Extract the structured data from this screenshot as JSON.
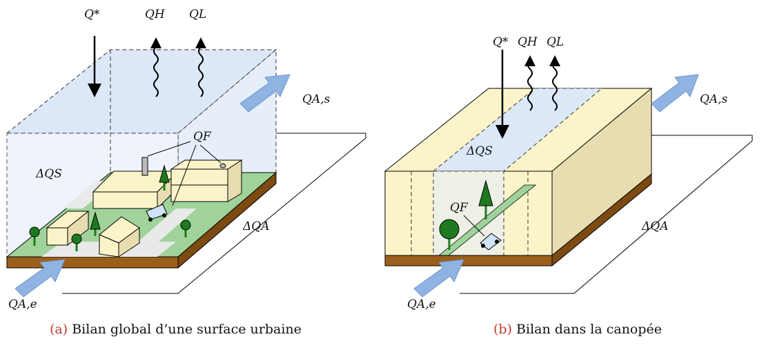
{
  "a": {
    "q_star": "Q*",
    "q_h": "QH",
    "q_l": "QL",
    "q_f": "QF",
    "dq_s": "ΔQS",
    "dq_a": "ΔQA",
    "q_as": "QA,s",
    "q_ae": "QA,e",
    "caption_letter": "(a)",
    "caption_text": "Bilan global d’une surface urbaine"
  },
  "b": {
    "q_star": "Q*",
    "q_h": "QH",
    "q_l": "QL",
    "q_f": "QF",
    "dq_s": "ΔQS",
    "dq_a": "ΔQA",
    "q_as": "QA,s",
    "q_ae": "QA,e",
    "caption_letter": "(b)",
    "caption_text": "Bilan dans la canopée"
  },
  "colors": {
    "air": "#dce8f8",
    "air_arrow": "#8fb4e3",
    "ground_green": "#9fd39a",
    "soil": "#9b5f1c",
    "building": "#fbf4c9",
    "building_side": "#e8ddb0",
    "tree": "#1e7a1e",
    "road": "#e9e9e9"
  }
}
